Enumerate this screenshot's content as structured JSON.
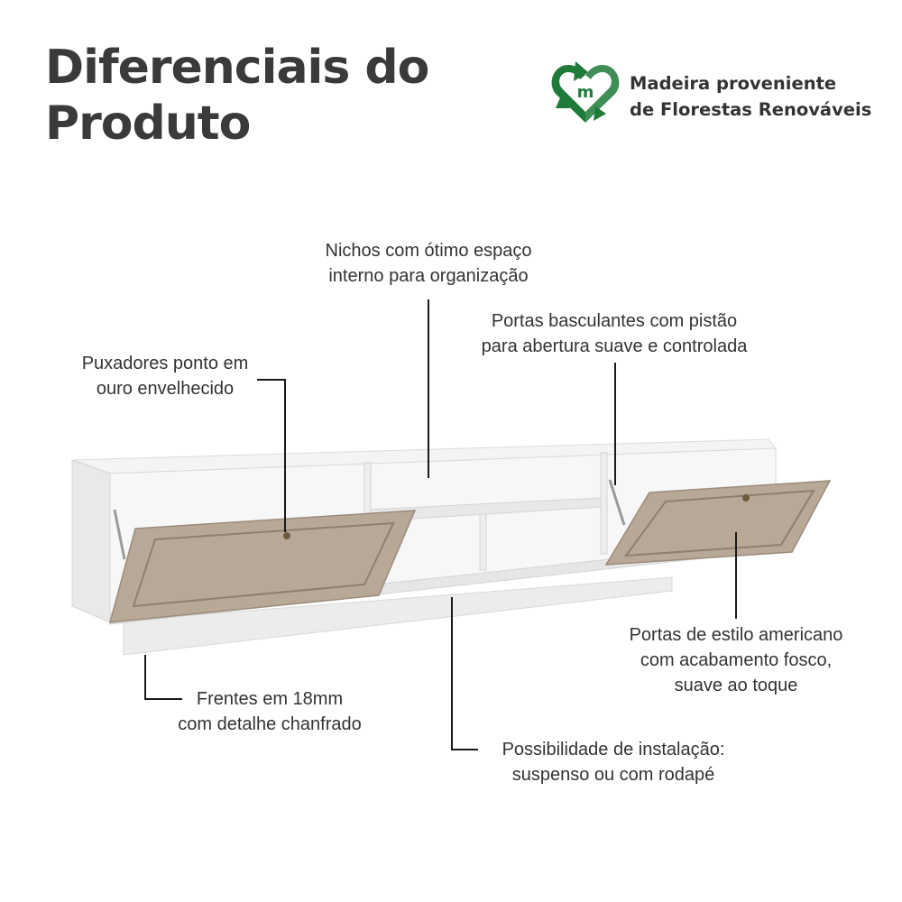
{
  "header": {
    "title_line1": "Diferenciais do",
    "title_line2": "Produto"
  },
  "badge": {
    "line1": "Madeira proveniente",
    "line2": "de Florestas Renováveis",
    "logo_letter": "m",
    "logo_icon": "recycle-heart-icon",
    "logo_color": "#1f7a3a"
  },
  "colors": {
    "door": "#b8a898",
    "door_panel": "#b1a190",
    "body": "#f1f1f1",
    "leader_line": "#1a1a1a"
  },
  "callouts": {
    "niches": {
      "line1": "Nichos com ótimo espaço",
      "line2": "interno para organização"
    },
    "tilt_doors": {
      "line1": "Portas basculantes com pistão",
      "line2": "para abertura suave e controlada"
    },
    "handles": {
      "line1": "Puxadores ponto em",
      "line2": "ouro envelhecido"
    },
    "american_doors": {
      "line1": "Portas de estilo americano",
      "line2": "com acabamento fosco,",
      "line3": "suave ao toque"
    },
    "fronts": {
      "line1": "Frentes em 18mm",
      "line2": "com detalhe chanfrado"
    },
    "installation": {
      "line1": "Possibilidade de instalação:",
      "line2": "suspenso ou com rodapé"
    }
  }
}
